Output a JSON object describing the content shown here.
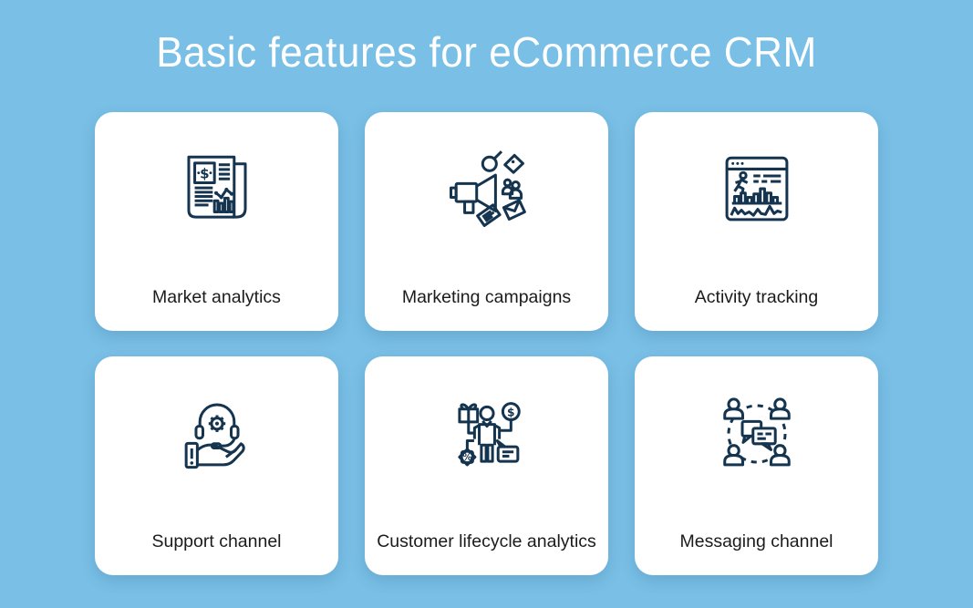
{
  "page": {
    "title": "Basic features for eCommerce CRM",
    "colors": {
      "background": "#79BFE6",
      "card": "#FFFFFF",
      "icon": "#14344F",
      "label": "#1B1B1B",
      "title": "#FFFFFF"
    }
  },
  "cards": [
    {
      "label": "Market analytics",
      "icon": "newspaper-analytics-icon"
    },
    {
      "label": "Marketing campaigns",
      "icon": "megaphone-campaign-icon"
    },
    {
      "label": "Activity tracking",
      "icon": "browser-activity-icon"
    },
    {
      "label": "Support channel",
      "icon": "headset-hand-icon"
    },
    {
      "label": "Customer lifecycle analytics",
      "icon": "customer-lifecycle-icon"
    },
    {
      "label": "Messaging channel",
      "icon": "group-chat-icon"
    }
  ]
}
